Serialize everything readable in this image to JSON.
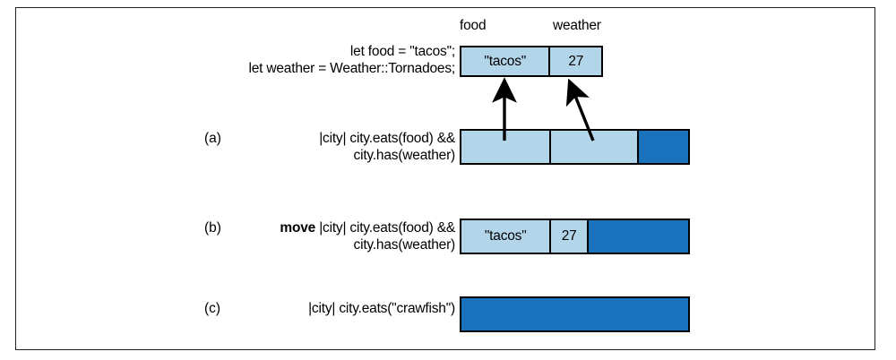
{
  "figure": {
    "background_color": "#ffffff",
    "frame_color": "#231f20",
    "light_blue": "#b3d5ea",
    "dark_blue": "#1a72bd",
    "line_color": "#000000"
  },
  "variables": {
    "headers": [
      {
        "label": "food"
      },
      {
        "label": "weather"
      }
    ],
    "cells": [
      {
        "value": "\"tacos\"",
        "fill": "light"
      },
      {
        "value": "27",
        "fill": "light"
      }
    ]
  },
  "code_block": {
    "lines": [
      "let food = \"tacos\";",
      "let weather = Weather::Tornadoes;"
    ]
  },
  "rows": [
    {
      "tag": "(a)",
      "keyword": "",
      "code_lines": [
        "|city| city.eats(food) &&",
        "city.has(weather)"
      ],
      "cells": [
        {
          "value": "",
          "fill": "light",
          "has_dot": true
        },
        {
          "value": "",
          "fill": "light",
          "has_dot": true
        },
        {
          "value": "",
          "fill": "dark",
          "has_dot": false
        }
      ]
    },
    {
      "tag": "(b)",
      "keyword": "move",
      "code_lines": [
        "|city| city.eats(food) &&",
        "city.has(weather)"
      ],
      "cells": [
        {
          "value": "\"tacos\"",
          "fill": "light",
          "has_dot": false
        },
        {
          "value": "27",
          "fill": "light",
          "has_dot": false
        },
        {
          "value": "",
          "fill": "dark",
          "has_dot": false
        }
      ]
    },
    {
      "tag": "(c)",
      "keyword": "",
      "code_lines": [
        "|city| city.eats(\"crawfish\")"
      ],
      "cells": [
        {
          "value": "",
          "fill": "dark",
          "has_dot": false
        }
      ]
    }
  ],
  "arrows": [
    {
      "name": "food-reference-arrow",
      "style": "straight"
    },
    {
      "name": "weather-reference-arrow",
      "style": "diagonal"
    }
  ]
}
